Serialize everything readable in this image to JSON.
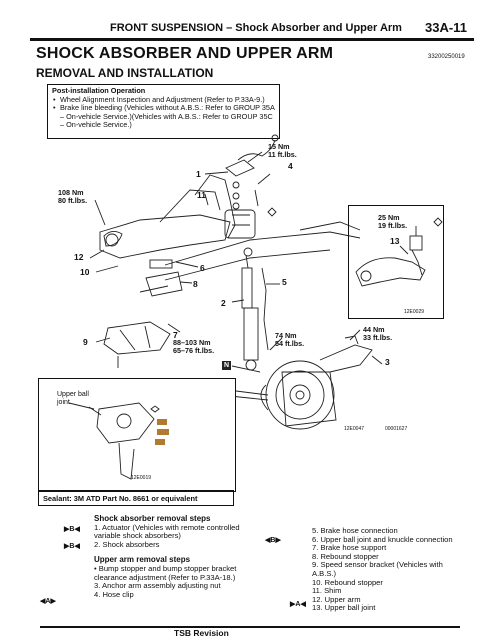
{
  "header": {
    "section_title": "FRONT SUSPENSION – Shock Absorber and Upper Arm",
    "page_number": "33A-11",
    "main_title": "SHOCK ABSORBER AND UPPER ARM",
    "subtitle": "REMOVAL AND INSTALLATION",
    "doc_code": "33200250019"
  },
  "post_installation": {
    "heading": "Post-installation Operation",
    "items": [
      "Wheel Alignment Inspection and Adjustment (Refer to P.33A-9.)",
      "Brake line bleeding (Vehicles without A.B.S.: Refer to GROUP 35A – On-vehicle Service.)(Vehicles with A.B.S.: Refer to GROUP 35C – On-vehicle Service.)"
    ]
  },
  "diagram": {
    "callouts": {
      "n1": "1",
      "n2": "2",
      "n3": "3",
      "n4": "4",
      "n5": "5",
      "n6": "6",
      "n7": "7",
      "n8": "8",
      "n9": "9",
      "n10": "10",
      "n11": "11",
      "n12": "12",
      "n13": "13"
    },
    "torques": {
      "t1": "15 Nm",
      "t1b": "11 ft.lbs.",
      "t2": "108 Nm",
      "t2b": "80 ft.lbs.",
      "t3": "25 Nm",
      "t3b": "19 ft.lbs.",
      "t4": "88–103 Nm",
      "t4b": "65–76 ft.lbs.",
      "t5": "74 Nm",
      "t5b": "54 ft.lbs.",
      "t6": "44 Nm",
      "t6b": "33 ft.lbs."
    },
    "n_marker": "N",
    "inset_code": "12E0029",
    "main_code": "12E0047",
    "main_code2": "00001627",
    "detail": {
      "label": "Upper ball joint",
      "code": "12E0019"
    },
    "sealant": "Sealant: 3M ATD Part No. 8661 or equivalent"
  },
  "procedures": {
    "shock_heading": "Shock absorber removal steps",
    "shock_steps": [
      {
        "badge": "▶B◀",
        "text": "1. Actuator (Vehicles with remote controlled variable shock absorbers)"
      },
      {
        "badge": "▶B◀",
        "text": "2. Shock absorbers"
      }
    ],
    "upper_heading": "Upper arm removal steps",
    "upper_steps": [
      {
        "badge": "",
        "text": "• Bump stopper and bump stopper bracket clearance adjustment (Refer to P.33A-18.)"
      },
      {
        "badge": "◀A▶",
        "text": "3. Anchor arm assembly adjusting nut"
      },
      {
        "badge": "",
        "text": "4. Hose clip"
      }
    ],
    "right_badge_b": "◀B▶",
    "right_badge_a": "▶A◀",
    "right_steps": [
      "5. Brake hose connection",
      "6. Upper ball joint and knuckle connection",
      "7. Brake hose support",
      "8. Rebound stopper",
      "9. Speed sensor bracket (Vehicles with A.B.S.)",
      "10. Rebound stopper",
      "11. Shim",
      "12. Upper arm",
      "13. Upper ball joint"
    ]
  },
  "footer": {
    "label": "TSB Revision"
  }
}
